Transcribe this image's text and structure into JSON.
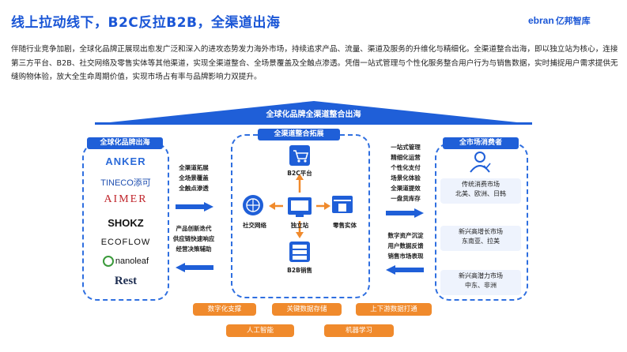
{
  "header": {
    "title": "线上拉动线下，B2C反拉B2B，全渠道出海",
    "logo_brand": "ebran",
    "logo_text": "亿邦智库"
  },
  "intro_text": "伴随行业竞争加剧，全球化品牌正展现出愈发广泛和深入的进攻态势发力海外市场，持续追求产品、流量、渠道及服务的升维化与精细化。全渠道整合出海，即以独立站为核心，连接第三方平台、B2B、社交网络及零售实体等其他渠道，实现全渠道整合、全场景覆盖及全触点渗透。凭借一站式管理与个性化服务整合用户行为与销售数据，实时捕捉用户需求提供无缝购物体验，放大全生命周期价值，实现市场占有率与品牌影响力双提升。",
  "roof_label": "全球化品牌全渠道整合出海",
  "left_panel": {
    "title": "全球化品牌出海",
    "brands": [
      "ANKER",
      "TINECO添可",
      "AIMER",
      "SHOKZ",
      "ECOFLOW",
      "nanoleaf",
      "Rest"
    ]
  },
  "left_arrows": {
    "upper": [
      "全渠道拓展",
      "全场景覆盖",
      "全触点渗透"
    ],
    "lower": [
      "产品创新迭代",
      "供应链快速响应",
      "经营决策辅助"
    ]
  },
  "center_panel": {
    "title": "全渠道整合拓展",
    "nodes": {
      "top": "B2C平台",
      "left": "社交网络",
      "center": "独立站",
      "right": "零售实体",
      "bottom": "B2B销售"
    }
  },
  "right_arrows": {
    "upper": [
      "一站式管理",
      "精细化运营",
      "个性化支付",
      "场景化体验",
      "全渠道提效",
      "一盘货库存"
    ],
    "lower": [
      "数字资产沉淀",
      "用户数据反馈",
      "销售市场表现"
    ]
  },
  "right_panel": {
    "title": "全市场消费者",
    "markets": [
      {
        "name": "传统消费市场",
        "regions": "北美、欧洲、日韩"
      },
      {
        "name": "新兴高增长市场",
        "regions": "东南亚、拉美"
      },
      {
        "name": "新兴高潜力市场",
        "regions": "中东、非洲"
      }
    ]
  },
  "bottom_pills": [
    "数字化支撑",
    "关键数据存储",
    "上下游数据打通",
    "人工智能",
    "机器学习"
  ],
  "colors": {
    "primary_blue": "#1f5fd8",
    "title_blue": "#1a56d6",
    "accent_orange": "#f08a2c",
    "card_bg": "#eef3fd"
  }
}
